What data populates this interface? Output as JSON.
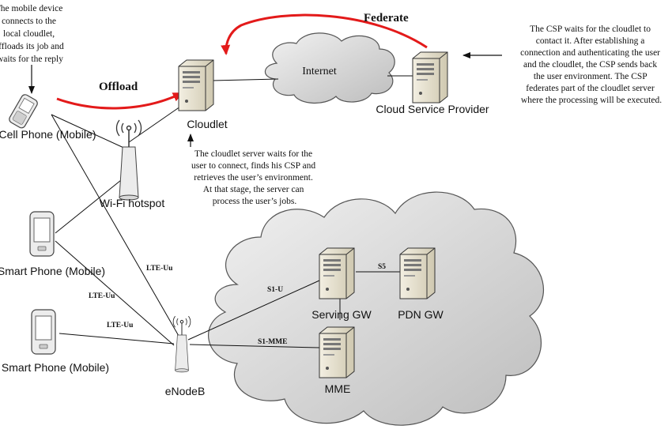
{
  "annotations": {
    "mobile_note": [
      "The mobile device",
      "connects to the",
      "local cloudlet,",
      "offloads its job and",
      "waits for the reply"
    ],
    "csp_note": [
      "The CSP waits for the cloudlet to",
      "contact it. After establishing a",
      "connection and authenticating the user",
      "and the cloudlet, the CSP sends back",
      "the user environment. The CSP",
      "federates part of the cloudlet server",
      "where the processing will be executed."
    ],
    "cloudlet_note": [
      "The cloudlet server waits for the",
      "user to connect, finds his CSP and",
      "retrieves the user’s environment.",
      "At that stage, the server can",
      "process the user’s jobs."
    ]
  },
  "flows": {
    "offload": "Offload",
    "federate": "Federate"
  },
  "nodes": {
    "cell_phone": "Cell Phone (Mobile)",
    "smart_phone_1": "Smart Phone (Mobile)",
    "smart_phone_2": "Smart Phone (Mobile)",
    "wifi_hotspot": "Wi-Fi hotspot",
    "cloudlet": "Cloudlet",
    "internet": "Internet",
    "csp": "Cloud Service Provider",
    "enodeb": "eNodeB",
    "serving_gw": "Serving GW",
    "pdn_gw": "PDN GW",
    "mme": "MME"
  },
  "links": {
    "lte_uu_1": "LTE-Uu",
    "lte_uu_2": "LTE-Uu",
    "lte_uu_3": "LTE-Uu",
    "s1_u": "S1-U",
    "s5": "S5",
    "s1_mme": "S1-MME"
  },
  "colors": {
    "flow_arrow": "#e31a1a",
    "line": "#111111",
    "cloud_fill": "#d9d9d9",
    "server_fill": "#e6e1cf"
  }
}
